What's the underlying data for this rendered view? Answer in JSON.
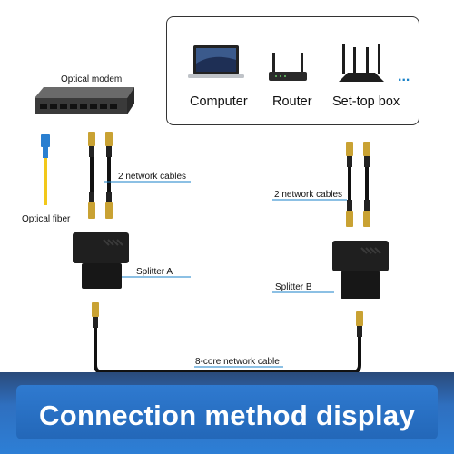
{
  "devices": {
    "computer_label": "Computer",
    "router_label": "Router",
    "settop_label": "Set-top box",
    "more_label": "..."
  },
  "left": {
    "modem_label": "Optical modem",
    "fiber_label": "Optical fiber",
    "cables_label": "2 network cables",
    "splitter_label": "Splitter A"
  },
  "right": {
    "cables_label": "2 network cables",
    "splitter_label": "Splitter B"
  },
  "bottom": {
    "cable_label": "8-core network cable"
  },
  "banner": {
    "title": "Connection method display"
  },
  "colors": {
    "accent_line": "#1a82c8",
    "banner_blue": "#2d7fd6",
    "fiber_yellow": "#f2c81a",
    "fiber_blue": "#2a7fd0",
    "plug_gold": "#c9a233"
  }
}
